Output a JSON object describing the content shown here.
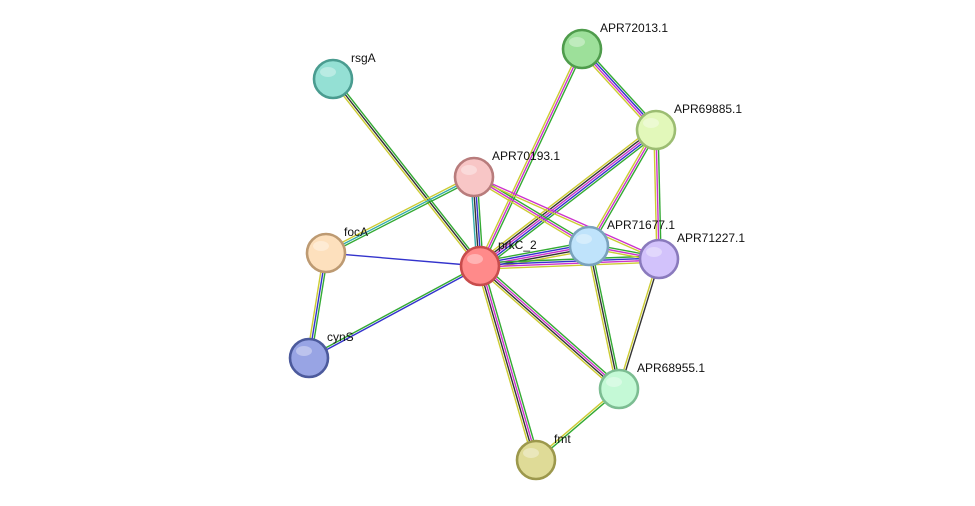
{
  "network": {
    "nodes": [
      {
        "id": "prkC_2",
        "label": "prkC_2",
        "color": "#ff8a8a",
        "stroke": "#c84c4c"
      },
      {
        "id": "APR72013.1",
        "label": "APR72013.1",
        "color": "#9de09a",
        "stroke": "#4f9c4c"
      },
      {
        "id": "APR69885.1",
        "label": "APR69885.1",
        "color": "#e2f8ba",
        "stroke": "#9cbd72"
      },
      {
        "id": "rsgA",
        "label": "rsgA",
        "color": "#94e0d4",
        "stroke": "#4a9c90"
      },
      {
        "id": "APR70193.1",
        "label": "APR70193.1",
        "color": "#f8c6c6",
        "stroke": "#b87c7c"
      },
      {
        "id": "focA",
        "label": "focA",
        "color": "#fde0bd",
        "stroke": "#bd9a72"
      },
      {
        "id": "APR71677.1",
        "label": "APR71677.1",
        "color": "#bfe3fb",
        "stroke": "#7aa2bd"
      },
      {
        "id": "APR71227.1",
        "label": "APR71227.1",
        "color": "#d2c2fb",
        "stroke": "#8a7abd"
      },
      {
        "id": "cynS",
        "label": "cynS",
        "color": "#98a4e4",
        "stroke": "#4c5a9c"
      },
      {
        "id": "APR68955.1",
        "label": "APR68955.1",
        "color": "#c4f9d6",
        "stroke": "#7cbd92"
      },
      {
        "id": "fmt",
        "label": "fmt",
        "color": "#dfdb97",
        "stroke": "#9c984c"
      }
    ],
    "edges": [
      {
        "source": "rsgA",
        "target": "prkC_2",
        "colors": [
          "#33aa33",
          "#333333",
          "#cccc33"
        ]
      },
      {
        "source": "APR72013.1",
        "target": "prkC_2",
        "colors": [
          "#33aa33",
          "#cc33cc",
          "#cccc33"
        ]
      },
      {
        "source": "APR72013.1",
        "target": "APR69885.1",
        "colors": [
          "#33aa33",
          "#3333cc",
          "#cc33cc",
          "#cccc33"
        ]
      },
      {
        "source": "APR69885.1",
        "target": "prkC_2",
        "colors": [
          "#33aa33",
          "#3333cc",
          "#cc33cc",
          "#333333",
          "#cccc33"
        ]
      },
      {
        "source": "APR69885.1",
        "target": "APR71677.1",
        "colors": [
          "#33aa33",
          "#cc33cc",
          "#cccc33"
        ]
      },
      {
        "source": "APR69885.1",
        "target": "APR71227.1",
        "colors": [
          "#33aa33",
          "#cc33cc",
          "#cccc33"
        ]
      },
      {
        "source": "APR70193.1",
        "target": "prkC_2",
        "colors": [
          "#33aa33",
          "#3333cc",
          "#333333",
          "#33aaaa"
        ]
      },
      {
        "source": "APR70193.1",
        "target": "focA",
        "colors": [
          "#33aa33",
          "#33aaaa",
          "#cccc33"
        ]
      },
      {
        "source": "APR70193.1",
        "target": "APR71677.1",
        "colors": [
          "#33aa33",
          "#cc33cc",
          "#cccc33"
        ]
      },
      {
        "source": "APR70193.1",
        "target": "APR71227.1",
        "colors": [
          "#cc33cc",
          "#cccc33"
        ]
      },
      {
        "source": "focA",
        "target": "prkC_2",
        "colors": [
          "#3333cc"
        ]
      },
      {
        "source": "focA",
        "target": "cynS",
        "colors": [
          "#33aa33",
          "#3333cc",
          "#cccc33"
        ]
      },
      {
        "source": "cynS",
        "target": "prkC_2",
        "colors": [
          "#33aa33",
          "#3333cc"
        ]
      },
      {
        "source": "prkC_2",
        "target": "APR71677.1",
        "colors": [
          "#33aa33",
          "#3333cc",
          "#cc33cc",
          "#333333",
          "#cccc33"
        ]
      },
      {
        "source": "prkC_2",
        "target": "APR71227.1",
        "colors": [
          "#33aa33",
          "#3333cc",
          "#cc33cc",
          "#cccc33"
        ]
      },
      {
        "source": "APR71677.1",
        "target": "APR71227.1",
        "colors": [
          "#33aa33",
          "#cc33cc",
          "#cccc33"
        ]
      },
      {
        "source": "prkC_2",
        "target": "APR68955.1",
        "colors": [
          "#33aa33",
          "#cc33cc",
          "#333333",
          "#cccc33"
        ]
      },
      {
        "source": "prkC_2",
        "target": "fmt",
        "colors": [
          "#33aa33",
          "#cc33cc",
          "#333333",
          "#cccc33"
        ]
      },
      {
        "source": "APR71677.1",
        "target": "APR68955.1",
        "colors": [
          "#33aa33",
          "#333333",
          "#cccc33"
        ]
      },
      {
        "source": "APR71227.1",
        "target": "APR68955.1",
        "colors": [
          "#333333",
          "#cccc33"
        ]
      },
      {
        "source": "APR68955.1",
        "target": "fmt",
        "colors": [
          "#33aa33",
          "#cccc33"
        ]
      },
      {
        "source": "APR71677.1",
        "target": "prkC_2",
        "colors": []
      },
      {
        "source": "prkC_2",
        "target": "APR71227.1",
        "colors": []
      }
    ]
  }
}
